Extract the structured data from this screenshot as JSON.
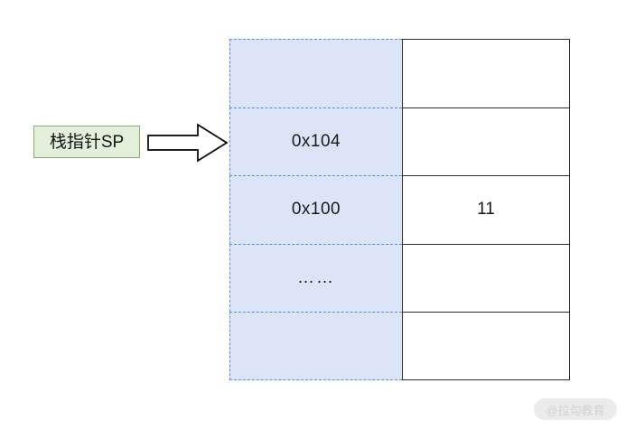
{
  "diagram": {
    "title": "stack-pointer-memory-diagram",
    "pointer_label": {
      "text": "栈指针SP",
      "fill_color": "#e2efda",
      "border_color": "#8aab72"
    },
    "arrow": {
      "icon": "block-arrow-right-icon",
      "direction": "right",
      "fill_color": "#ffffff",
      "stroke_color": "#000000"
    },
    "memory_table": {
      "address_column": {
        "fill_color": "#dbe5f7",
        "border_color": "#5b8dd6",
        "border_style": "dashed"
      },
      "value_column": {
        "fill_color": "#ffffff",
        "border_color": "#2d2d2d",
        "border_style": "solid"
      },
      "rows": [
        {
          "address": "",
          "value": ""
        },
        {
          "address": "0x104",
          "value": ""
        },
        {
          "address": "0x100",
          "value": "11"
        },
        {
          "address": "……",
          "value": ""
        },
        {
          "address": "",
          "value": ""
        }
      ]
    },
    "watermark": {
      "text": "@拉勾教育",
      "background_color": "#ebebeb",
      "text_color": "#d2d2d2"
    }
  }
}
